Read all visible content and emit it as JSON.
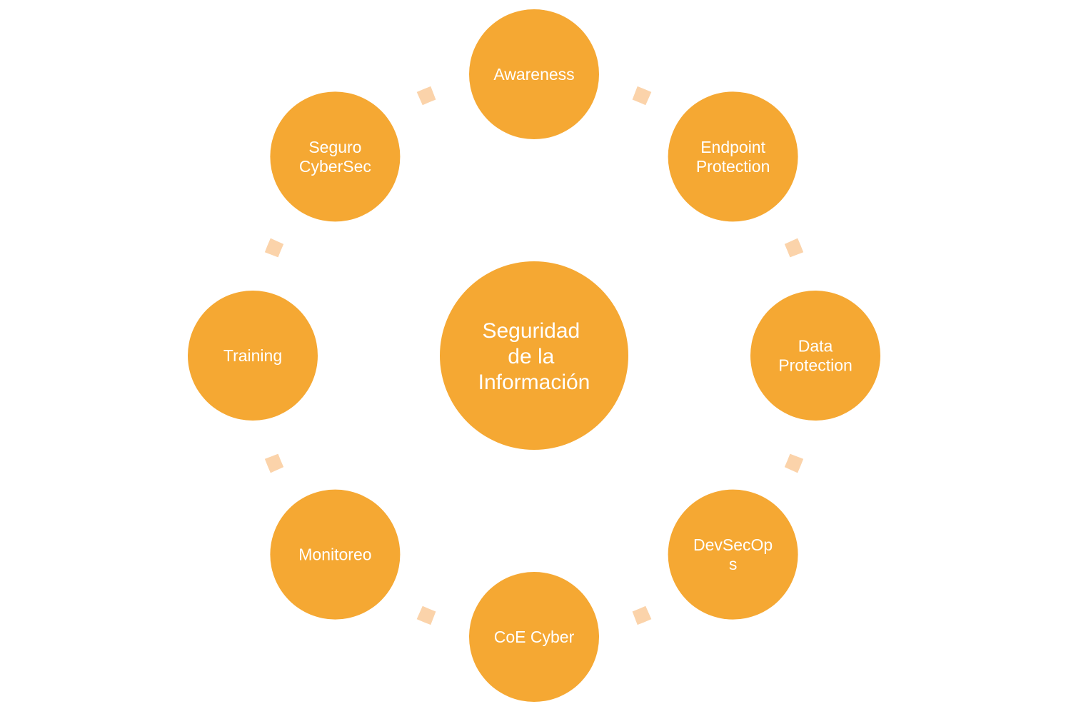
{
  "diagram": {
    "center": {
      "lines": [
        "Seguridad",
        "de la",
        "Información"
      ]
    },
    "nodes": [
      {
        "lines": [
          "Awareness"
        ]
      },
      {
        "lines": [
          "Endpoint",
          "Protection"
        ]
      },
      {
        "lines": [
          "Data",
          "Protection"
        ]
      },
      {
        "lines": [
          "DevSecOp",
          "s"
        ]
      },
      {
        "lines": [
          "CoE Cyber"
        ]
      },
      {
        "lines": [
          "Monitoreo"
        ]
      },
      {
        "lines": [
          "Training"
        ]
      },
      {
        "lines": [
          "Seguro",
          "CyberSec"
        ]
      }
    ],
    "colors": {
      "node_fill": "#F5A833",
      "ring": "#FBD3AA",
      "text": "#FFFFFF"
    }
  }
}
